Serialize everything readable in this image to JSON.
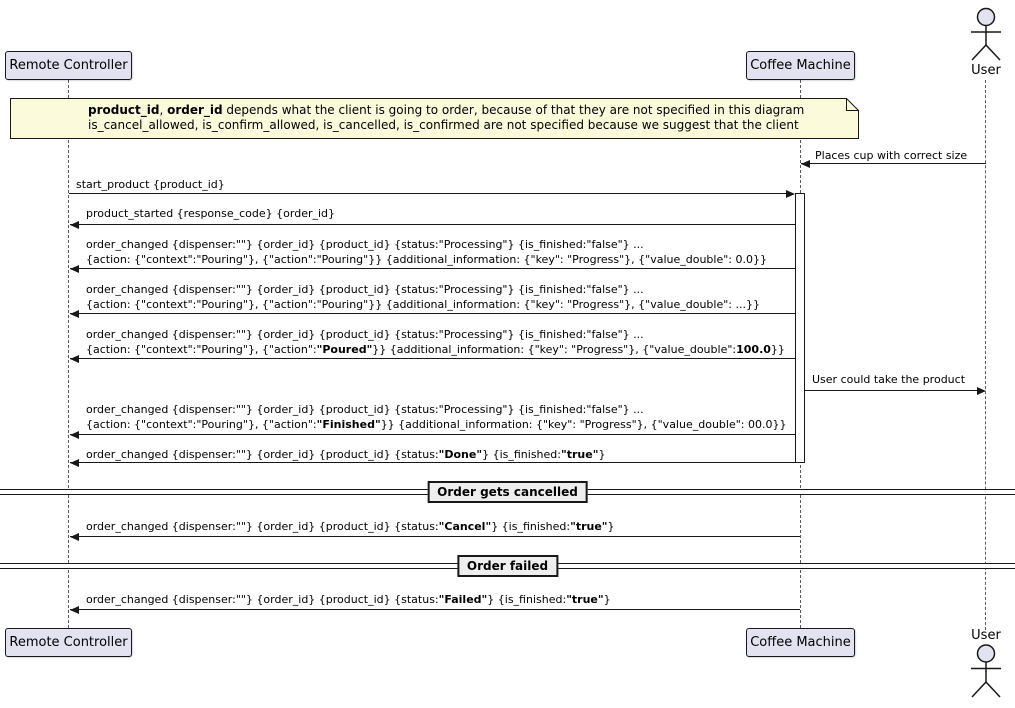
{
  "participants": {
    "remote_controller": "Remote Controller",
    "coffee_machine": "Coffee Machine",
    "user": "User"
  },
  "note": {
    "line1": [
      {
        "text": "product_id",
        "bold": true
      },
      {
        "text": ", "
      },
      {
        "text": "order_id",
        "bold": true
      },
      {
        "text": " depends what the client is going to order, because of that they are not specified in this diagram"
      }
    ],
    "line2": [
      {
        "text": "is_cancel_allowed, is_confirm_allowed, is_cancelled, is_confirmed are not specified because we suggest that the client"
      }
    ]
  },
  "messages": {
    "places_cup": {
      "text": "Places cup with correct size"
    },
    "start_product": {
      "text": "start_product {product_id}"
    },
    "product_started": {
      "text": "product_started {response_code} {order_id}"
    },
    "order_changed_1": {
      "line1": [
        {
          "text": "order_changed {dispenser:\"\"} {order_id} {product_id} {status:\"Processing\"} {is_finished:\"false\"} ..."
        }
      ],
      "line2": [
        {
          "text": "{action: {\"context\":\"Pouring\"}, {\"action\":\"Pouring\"}} {additional_information: {\"key\": \"Progress\"}, {\"value_double\": 0.0}}"
        }
      ]
    },
    "order_changed_2": {
      "line1": [
        {
          "text": "order_changed {dispenser:\"\"} {order_id} {product_id} {status:\"Processing\"} {is_finished:\"false\"} ..."
        }
      ],
      "line2": [
        {
          "text": "{action: {\"context\":\"Pouring\"}, {\"action\":\"Pouring\"}} {additional_information: {\"key\": \"Progress\"}, {\"value_double\": ...}}"
        }
      ]
    },
    "order_changed_3": {
      "line1": [
        {
          "text": "order_changed {dispenser:\"\"} {order_id} {product_id} {status:\"Processing\"} {is_finished:\"false\"} ..."
        }
      ],
      "line2": [
        {
          "text": "{action: {\"context\":\"Pouring\"}, {\"action\":"
        },
        {
          "text": "\"Poured\"",
          "bold": true
        },
        {
          "text": "}} {additional_information: {\"key\": \"Progress\"}, {\"value_double\":"
        },
        {
          "text": "100.0",
          "bold": true
        },
        {
          "text": "}}"
        }
      ]
    },
    "user_take": {
      "text": "User could take the product"
    },
    "order_changed_4": {
      "line1": [
        {
          "text": "order_changed {dispenser:\"\"} {order_id} {product_id} {status:\"Processing\"} {is_finished:\"false\"} ..."
        }
      ],
      "line2": [
        {
          "text": "{action: {\"context\":\"Pouring\"}, {\"action\":"
        },
        {
          "text": "\"Finished\"",
          "bold": true
        },
        {
          "text": "}} {additional_information: {\"key\": \"Progress\"}, {\"value_double\": 00.0}}"
        }
      ]
    },
    "order_changed_done": {
      "line1": [
        {
          "text": "order_changed {dispenser:\"\"} {order_id} {product_id} {status:"
        },
        {
          "text": "\"Done\"",
          "bold": true
        },
        {
          "text": "} {is_finished:"
        },
        {
          "text": "\"true\"",
          "bold": true
        },
        {
          "text": "}"
        }
      ]
    },
    "order_changed_cancel": {
      "line1": [
        {
          "text": "order_changed {dispenser:\"\"} {order_id} {product_id} {status:"
        },
        {
          "text": "\"Cancel\"",
          "bold": true
        },
        {
          "text": "} {is_finished:"
        },
        {
          "text": "\"true\"",
          "bold": true
        },
        {
          "text": "}"
        }
      ]
    },
    "order_changed_failed": {
      "line1": [
        {
          "text": "order_changed {dispenser:\"\"} {order_id} {product_id} {status:"
        },
        {
          "text": "\"Failed\"",
          "bold": true
        },
        {
          "text": "} {is_finished:"
        },
        {
          "text": "\"true\"",
          "bold": true
        },
        {
          "text": "}"
        }
      ]
    }
  },
  "dividers": {
    "cancelled": "Order gets cancelled",
    "failed": "Order failed"
  },
  "colors": {
    "participant_fill": "#E2E2F0",
    "participant_border": "#181818",
    "note_fill": "#FBFBDC",
    "divider_fill": "#EEEEEE",
    "arrow": "#181818",
    "background": "#FFFFFF"
  }
}
